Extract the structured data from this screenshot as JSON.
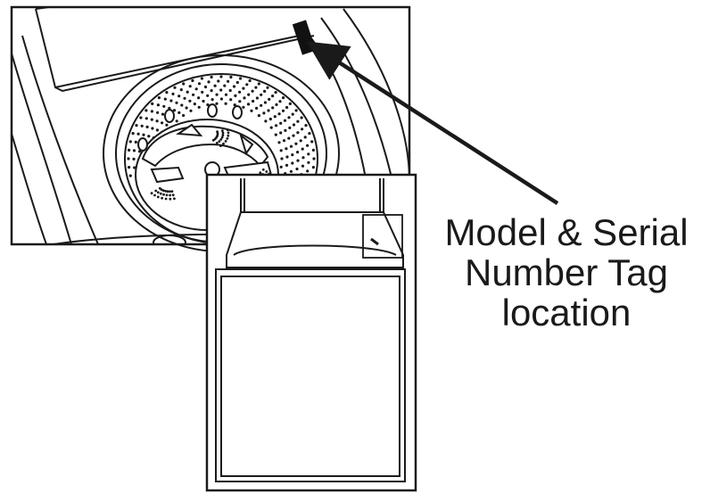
{
  "callout": {
    "lines": [
      "Model & Serial",
      "Number Tag",
      "location"
    ]
  },
  "colors": {
    "line": "#1a1a1a",
    "background": "#ffffff"
  }
}
